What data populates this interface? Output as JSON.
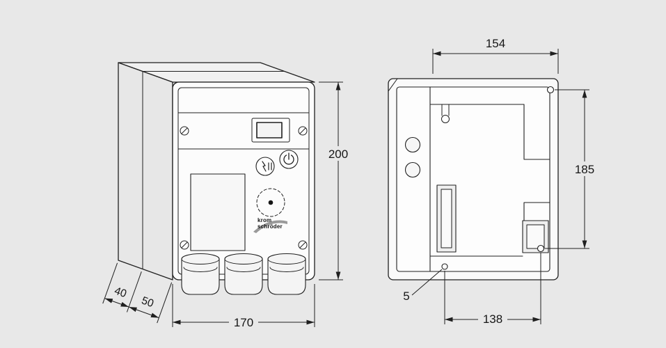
{
  "style": {
    "background": "#e8e8e8",
    "line_color": "#1f1f1f"
  },
  "front_view": {
    "description": "perspective view of enclosure",
    "dim_height": "200",
    "dim_width": "170",
    "dim_depth_rear": "40",
    "dim_depth_front": "50",
    "brand_line1": "krom",
    "brand_line2": "schröder"
  },
  "rear_view": {
    "description": "open housing rear view",
    "dim_inner_width": "154",
    "dim_mount_height": "185",
    "dim_mount_width": "138",
    "dim_hole_diameter": "5"
  }
}
